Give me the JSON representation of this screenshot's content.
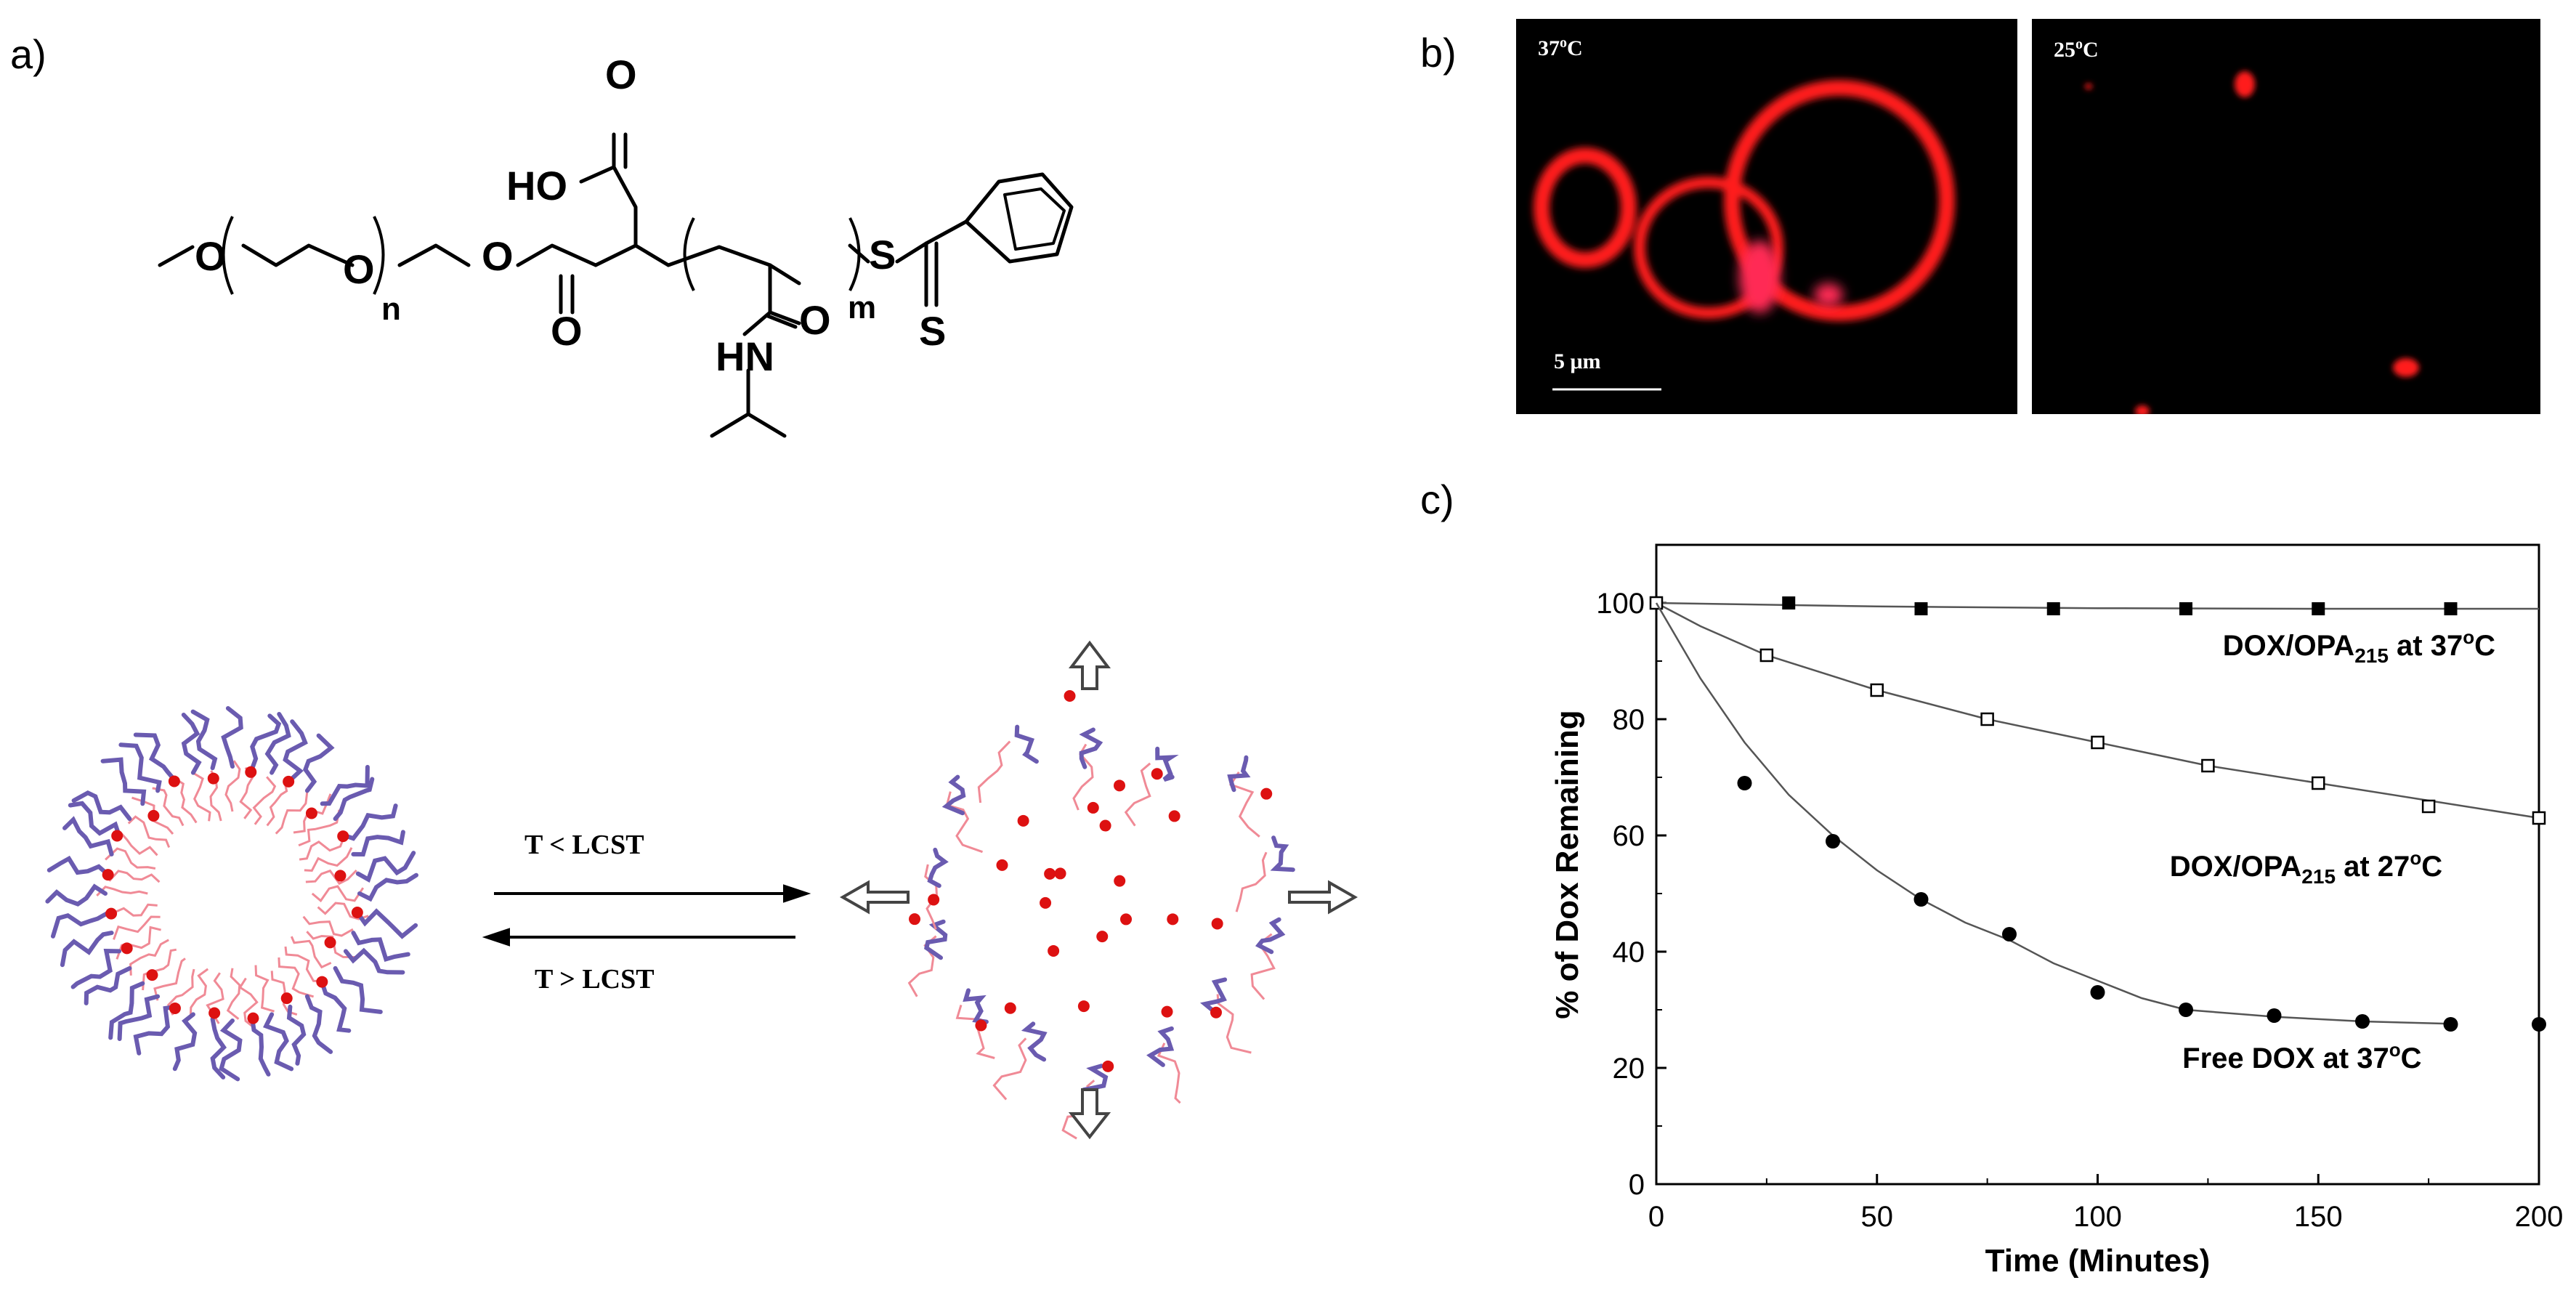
{
  "panels": {
    "a": "a)",
    "b": "b)",
    "c": "c)"
  },
  "structure": {
    "o_methoxy": "O",
    "o_peg": "O",
    "n": "n",
    "o_ester": "O",
    "o_carbonyl": "O",
    "ho": "HO",
    "o_acid": "O",
    "m": "m",
    "s_thio": "S",
    "s_thione": "S",
    "o_amide": "O",
    "hn": "HN"
  },
  "scheme": {
    "forward": "T < LCST",
    "reverse": "T > LCST",
    "colors": {
      "corona": "#6a5bb0",
      "core": "#f08a96",
      "drug": "#dd1111"
    }
  },
  "microscopy": {
    "left_temp": "37",
    "left_unit": "C",
    "right_temp": "25",
    "right_unit": "C",
    "scalebar": "5 μm",
    "fluor_color": "#ff1a1a"
  },
  "chart_data": {
    "type": "scatter",
    "xlabel": "Time (Minutes)",
    "ylabel": "% of Dox Remaining",
    "xlim": [
      0,
      200
    ],
    "ylim": [
      0,
      110
    ],
    "xticks": [
      0,
      50,
      100,
      150,
      200
    ],
    "yticks": [
      0,
      20,
      40,
      60,
      80,
      100
    ],
    "series": [
      {
        "name": "DOX/OPA215 at 37oC",
        "label_main": "DOX/OPA",
        "label_sub": "215",
        "label_tail": " at 37",
        "label_deg": "o",
        "label_unit": "C",
        "marker": "filled-square",
        "x": [
          0,
          30,
          60,
          90,
          120,
          150,
          180
        ],
        "y": [
          100,
          100,
          99,
          99,
          99,
          99,
          99
        ],
        "fit": [
          [
            0,
            100
          ],
          [
            50,
            99.4
          ],
          [
            100,
            99.1
          ],
          [
            150,
            99
          ],
          [
            200,
            99
          ]
        ]
      },
      {
        "name": "DOX/OPA215 at 27oC",
        "label_main": "DOX/OPA",
        "label_sub": "215",
        "label_tail": " at 27",
        "label_deg": "o",
        "label_unit": "C",
        "marker": "open-square",
        "x": [
          0,
          25,
          50,
          75,
          100,
          125,
          150,
          175,
          200
        ],
        "y": [
          100,
          91,
          85,
          80,
          76,
          72,
          69,
          65,
          63
        ],
        "fit": [
          [
            0,
            100
          ],
          [
            10,
            96
          ],
          [
            25,
            91
          ],
          [
            50,
            85
          ],
          [
            75,
            80
          ],
          [
            100,
            76
          ],
          [
            125,
            72
          ],
          [
            150,
            69
          ],
          [
            175,
            66
          ],
          [
            200,
            63
          ]
        ]
      },
      {
        "name": "Free DOX at 37oC",
        "label_main": "Free DOX at 37",
        "label_deg": "o",
        "label_unit": "C",
        "marker": "filled-circle",
        "x": [
          20,
          40,
          60,
          80,
          100,
          120,
          140,
          160,
          180,
          200
        ],
        "y": [
          69,
          59,
          49,
          43,
          33,
          30,
          29,
          28,
          27.5,
          27.5
        ],
        "fit": [
          [
            0,
            100
          ],
          [
            10,
            87
          ],
          [
            20,
            76
          ],
          [
            30,
            67
          ],
          [
            40,
            60
          ],
          [
            50,
            54
          ],
          [
            60,
            49
          ],
          [
            70,
            45
          ],
          [
            80,
            42
          ],
          [
            90,
            38
          ],
          [
            100,
            35
          ],
          [
            110,
            32
          ],
          [
            120,
            30
          ],
          [
            140,
            28.8
          ],
          [
            160,
            28
          ],
          [
            180,
            27.6
          ]
        ]
      }
    ]
  }
}
